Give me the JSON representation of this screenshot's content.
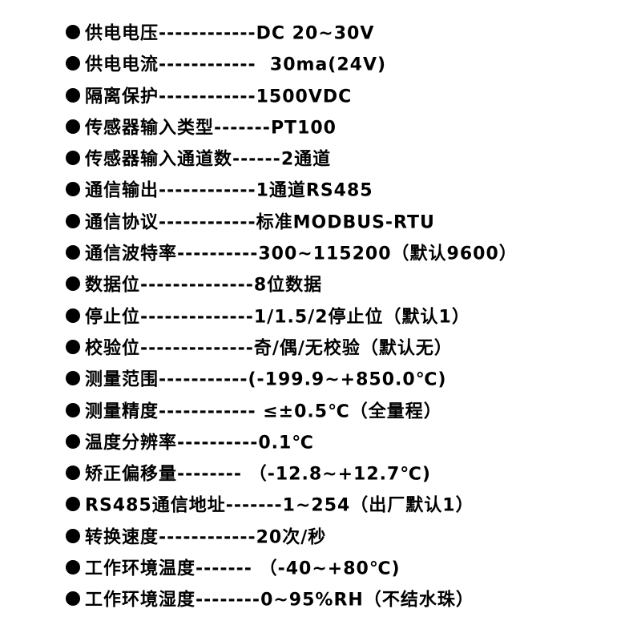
{
  "specs": [
    {
      "label": "供电电压",
      "sep": "------------",
      "value": "DC 20~30V"
    },
    {
      "label": "供电电流",
      "sep": "------------ ",
      "value": " 30ma(24V)"
    },
    {
      "label": "隔离保护",
      "sep": "------------",
      "value": "1500VDC"
    },
    {
      "label": "传感器输入类型",
      "sep": "-------",
      "value": "PT100"
    },
    {
      "label": "传感器输入通道数",
      "sep": "------",
      "value": "2通道"
    },
    {
      "label": "通信输出",
      "sep": "------------",
      "value": "1通道RS485"
    },
    {
      "label": "通信协议",
      "sep": "------------",
      "value": "标准MODBUS-RTU"
    },
    {
      "label": "通信波特率",
      "sep": "----------",
      "value": "300~115200（默认9600）"
    },
    {
      "label": "数据位",
      "sep": "--------------",
      "value": "8位数据"
    },
    {
      "label": "停止位",
      "sep": "--------------",
      "value": "1/1.5/2停止位（默认1）"
    },
    {
      "label": "校验位",
      "sep": "--------------",
      "value": "奇/偶/无校验（默认无）"
    },
    {
      "label": "测量范围",
      "sep": "-----------",
      "value": "(-199.9~+850.0℃)"
    },
    {
      "label": "测量精度",
      "sep": "------------ ",
      "value": "≤±0.5℃（全量程）"
    },
    {
      "label": "温度分辨率",
      "sep": "----------",
      "value": "0.1℃"
    },
    {
      "label": "矫正偏移量",
      "sep": "-------- ",
      "value": "（-12.8~+12.7℃)"
    },
    {
      "label": "RS485通信地址",
      "sep": "-------",
      "value": "1~254（出厂默认1）"
    },
    {
      "label": "转换速度",
      "sep": "------------",
      "value": "20次/秒"
    },
    {
      "label": "工作环境温度",
      "sep": "------- ",
      "value": "（-40~+80℃)"
    },
    {
      "label": "工作环境湿度",
      "sep": "--------",
      "value": "0~95%RH（不结水珠）"
    }
  ]
}
